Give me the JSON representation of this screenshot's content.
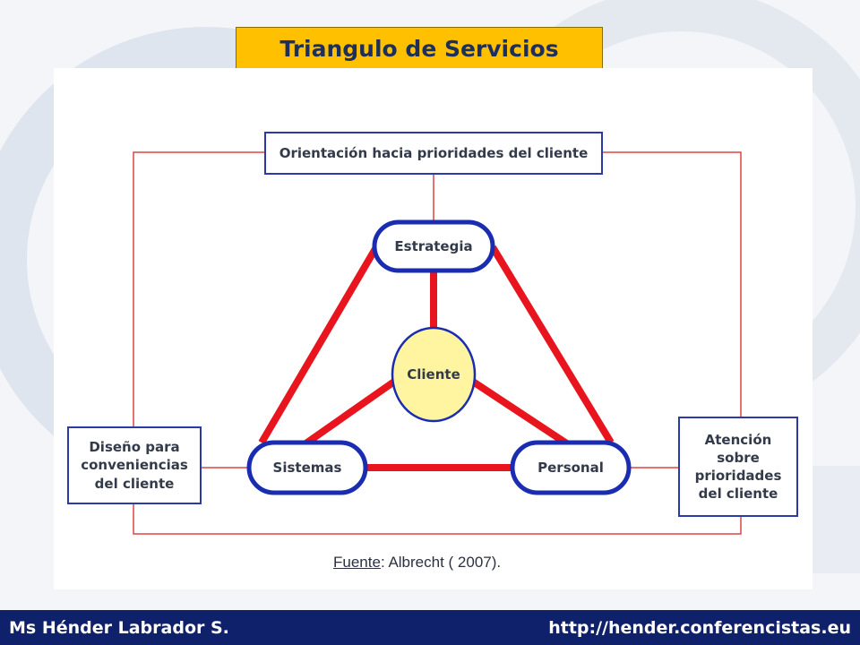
{
  "title": "Triangulo de Servicios",
  "diagram": {
    "top_box": "Orientación hacia prioridades del cliente",
    "left_box": "Diseño para\nconveniencias\ndel cliente",
    "right_box": "Atención\nsobre\nprioridades\ndel cliente",
    "node_top": "Estrategia",
    "node_center": "Cliente",
    "node_left": "Sistemas",
    "node_right": "Personal",
    "source_label": "Fuente",
    "source_rest": ": Albrecht ( 2007)."
  },
  "footer": {
    "author": "Ms Hénder Labrador S.",
    "url": "http://hender.conferencistas.eu"
  },
  "colors": {
    "title_bg": "#ffc000",
    "footer_bg": "#10216b",
    "triangle_red": "#e8141e",
    "node_border": "#1a2db0",
    "center_fill": "#fff5a0"
  }
}
